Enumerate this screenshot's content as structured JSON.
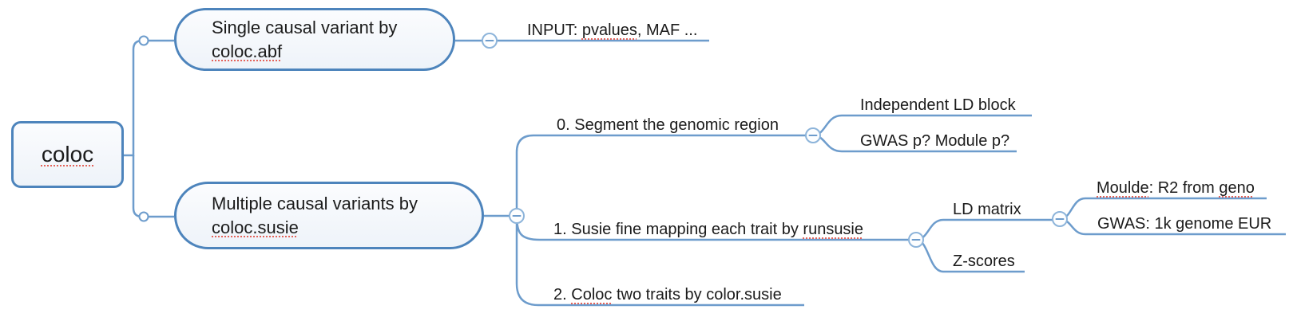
{
  "colors": {
    "branch_line": "#6d9ccc",
    "node_border": "#4d84bc",
    "node_fill_top": "#fbfcfe",
    "node_fill_bottom": "#eef3f9",
    "spellcheck_red": "#e4635a",
    "text": "#1b1b1b"
  },
  "mindmap": {
    "root": {
      "label": "coloc"
    },
    "abf": {
      "title_line1": "Single causal variant by",
      "title_line2": "coloc.abf",
      "input_leaf": {
        "pre": "INPUT: ",
        "miss": "pvalues",
        "post": ", MAF ..."
      }
    },
    "susie": {
      "title_line1": "Multiple causal variants by",
      "title_line2": "coloc.susie",
      "segment": {
        "label": "0. Segment the genomic region",
        "ld_block": "Independent LD block",
        "gwas_p": "GWAS p? Module p?"
      },
      "fine_mapping": {
        "pre": "1. Susie fine mapping each trait by ",
        "miss": "runsusie",
        "ld_matrix": "LD matrix",
        "z_scores": "Z-scores",
        "moulde": {
          "miss1": "Moulde",
          "mid": ": R2 from ",
          "miss2": "geno"
        },
        "gwas_1k": "GWAS: 1k genome EUR"
      },
      "coloc_two": {
        "pre": "2. ",
        "miss": "Coloc",
        "post": " two traits by color.susie"
      }
    },
    "collapse_glyph": "minus"
  }
}
